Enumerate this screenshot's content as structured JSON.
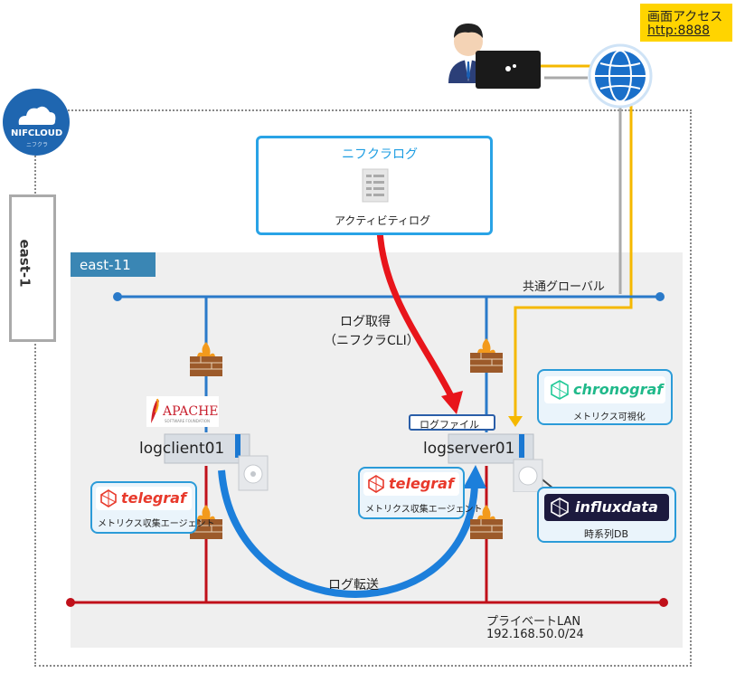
{
  "cloud": {
    "logo_text": "NIFCLOUD",
    "logo_subtext": "ニフクラ"
  },
  "region": {
    "label": "east-1"
  },
  "zone": {
    "label": "east-11"
  },
  "screen_access": {
    "line1": "画面アクセス",
    "line2": "http:8888"
  },
  "nifcloud_log": {
    "title": "ニフクラログ",
    "item": "アクティビティログ"
  },
  "networks": {
    "global": "共通グローバル",
    "private": "プライベートLAN",
    "private_cidr": "192.168.50.0/24"
  },
  "log_fetch": {
    "line1": "ログ取得",
    "line2": "（ニフクラCLI）"
  },
  "log_transfer": "ログ転送",
  "log_file": "ログファイル",
  "logclient": {
    "name": "logclient01",
    "apache_label": "APACHE",
    "apache_sub": "SOFTWARE FOUNDATION"
  },
  "logserver": {
    "name": "logserver01"
  },
  "telegraf_client": {
    "brand": "telegraf",
    "desc": "メトリクス収集エージェント"
  },
  "telegraf_server": {
    "brand": "telegraf",
    "desc": "メトリクス収集エージェント"
  },
  "chronograf": {
    "brand": "chronograf",
    "desc": "メトリクス可視化"
  },
  "influxdb": {
    "brand": "influxdata",
    "desc": "時系列DB"
  },
  "colors": {
    "blue_line": "#2a7ac9",
    "red_line": "#c0101a",
    "arrow_red": "#e8151b",
    "arrow_yellow": "#f5b800",
    "transfer_blue": "#1c7fdb",
    "zone_bg": "#efefef",
    "zone_tag": "#3a86b4"
  }
}
